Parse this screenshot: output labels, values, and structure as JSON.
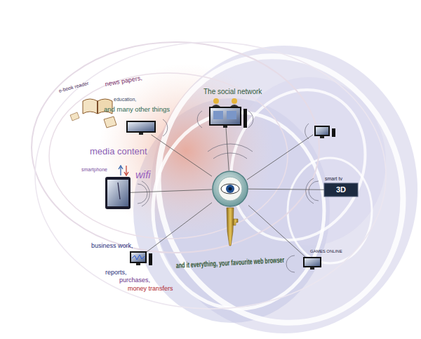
{
  "diagram": {
    "nodes": [
      {
        "text": [
          "and it everything, your favourite web browser"
        ]
      },
      {
        "text": [
          "e-book reader",
          "news papers,",
          "education,"
        ]
      },
      {
        "text": [
          "and many other things"
        ]
      },
      {
        "text": [
          "The social network"
        ]
      },
      {
        "text": [
          "media content",
          "smartphone",
          "wifi"
        ]
      },
      {
        "text": [
          "smart tv",
          "3D"
        ]
      },
      {
        "text": [
          "GAMES ONLINE"
        ]
      },
      {
        "text": [
          "business work,",
          "reports,",
          "purchases,",
          "money transfers"
        ]
      }
    ],
    "edges": [
      {
        "from": 0,
        "to": 2,
        "arrow": "none"
      },
      {
        "from": 0,
        "to": 3,
        "arrow": "none"
      },
      {
        "from": 0,
        "to": 4,
        "arrow": "none"
      },
      {
        "from": 0,
        "to": 5,
        "arrow": "none"
      },
      {
        "from": 0,
        "to": 6,
        "arrow": "none"
      },
      {
        "from": 0,
        "to": 7,
        "arrow": "none"
      }
    ]
  }
}
